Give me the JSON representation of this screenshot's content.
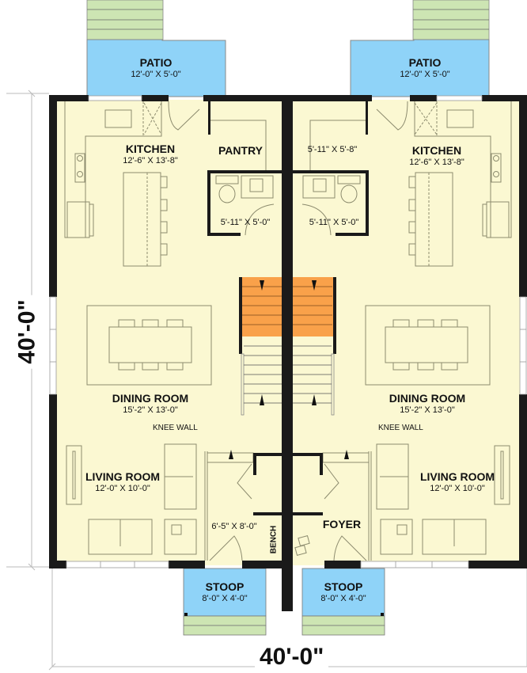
{
  "plan": {
    "overall_width": "40'-0\"",
    "overall_depth": "40'-0\"",
    "colors": {
      "floor": "#FBF8D2",
      "patio": "#8FD3F8",
      "steps": "#CDE5B3",
      "stairs_highlight": "#F9A14A",
      "wall": "#1A1A1A",
      "fixture_line": "#8C8B6E"
    }
  },
  "units": [
    {
      "side": "left",
      "patio": {
        "name": "PATIO",
        "dim": "12'-0\" X 5'-0\""
      },
      "kitchen": {
        "name": "KITCHEN",
        "dim": "12'-6\" X 13'-8\""
      },
      "pantry": {
        "name": "PANTRY"
      },
      "powder": {
        "dim": "5'-11\" X 5'-0\""
      },
      "dining": {
        "name": "DINING ROOM",
        "dim": "15'-2\" X 13'-0\""
      },
      "knee_wall": "KNEE WALL",
      "living": {
        "name": "LIVING ROOM",
        "dim": "12'-0\" X 10'-0\""
      },
      "foyer": {
        "dim": "6'-5\" X 8'-0\""
      },
      "bench": "BENCH",
      "stoop": {
        "name": "STOOP",
        "dim": "8'-0\" X 4'-0\""
      }
    },
    {
      "side": "right",
      "patio": {
        "name": "PATIO",
        "dim": "12'-0\" X 5'-0\""
      },
      "kitchen": {
        "name": "KITCHEN",
        "dim": "12'-6\" X 13'-8\""
      },
      "pantry": {
        "dim": "5'-11\" X 5'-8\""
      },
      "powder": {
        "dim": "5'-11\" X 5'-0\""
      },
      "dining": {
        "name": "DINING ROOM",
        "dim": "15'-2\" X 13'-0\""
      },
      "knee_wall": "KNEE WALL",
      "living": {
        "name": "LIVING ROOM",
        "dim": "12'-0\" X 10'-0\""
      },
      "foyer": {
        "name": "FOYER"
      },
      "stoop": {
        "name": "STOOP",
        "dim": "8'-0\" X 4'-0\""
      }
    }
  ]
}
